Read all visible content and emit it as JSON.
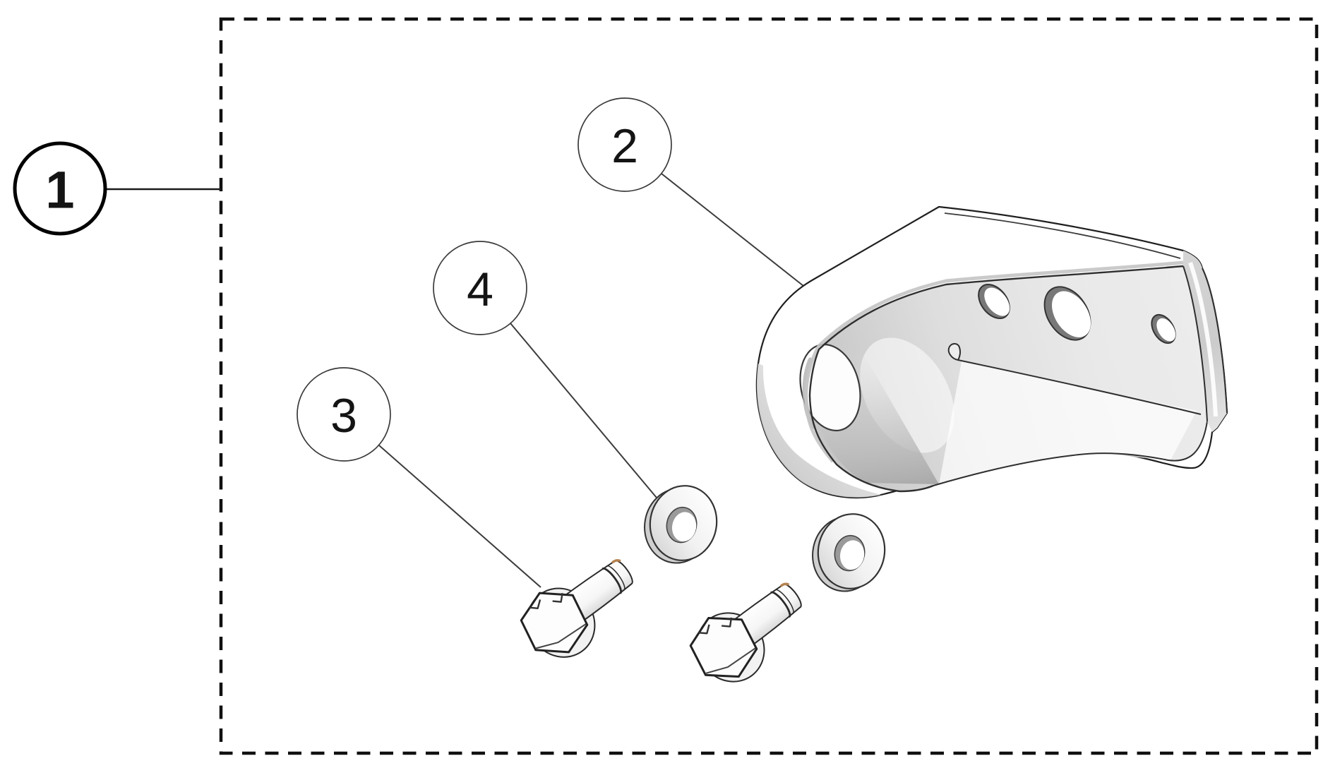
{
  "diagram": {
    "type": "exploded-parts-diagram",
    "callouts": [
      {
        "label": "1"
      },
      {
        "label": "2"
      },
      {
        "label": "3"
      },
      {
        "label": "4"
      }
    ],
    "colors": {
      "background": "#ffffff",
      "outline": "#1a1a1a",
      "leader_line": "#3c3c3c",
      "dashed_border": "#101010",
      "part_fill": "#ffffff",
      "part_shade_light": "#e8e8e8",
      "part_shade_mid": "#cfcfcf",
      "part_shade_dark": "#a8a8a8",
      "thread_accent": "#b5824f"
    }
  }
}
